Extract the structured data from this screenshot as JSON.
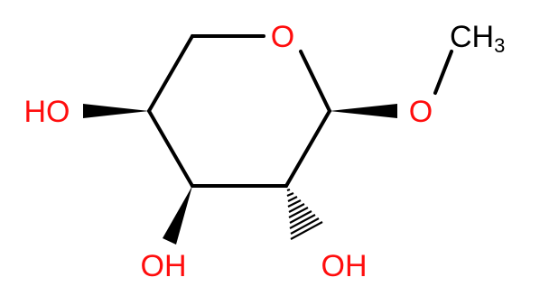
{
  "molecule": {
    "atom_labels": {
      "ring_oxygen": "O",
      "methoxy_oxygen": "O",
      "methyl": "CH",
      "methyl_subscript": "3",
      "hydroxyl_left": "HO",
      "hydroxyl_bottom_left": "OH",
      "hydroxyl_bottom_right": "OH"
    },
    "colors": {
      "heteroatom": "#ff0d0d",
      "carbon": "#000000",
      "background": "#ffffff"
    }
  }
}
